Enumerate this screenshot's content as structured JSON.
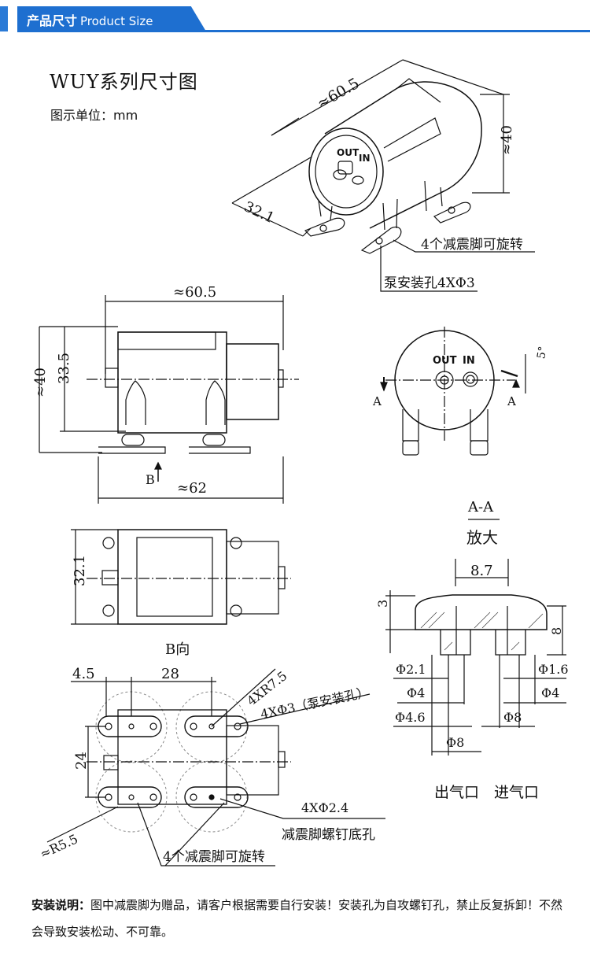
{
  "header": {
    "cn": "产品尺寸",
    "en": "Product Size",
    "accent_color": "#1e6fd0"
  },
  "title": "WUY系列尺寸图",
  "unit_label": "图示单位：mm",
  "iso_view": {
    "dim_length": "≈60.5",
    "dim_height": "≈40",
    "dim_width": "32.1",
    "port_out": "OUT",
    "port_in": "IN",
    "callout_feet": "4个减震脚可旋转",
    "callout_holes": "泵安装孔4XΦ3"
  },
  "side_view": {
    "dim_top": "≈60.5",
    "dim_height": "≈40",
    "dim_inner": "33.5",
    "dim_bottom": "≈62",
    "label_b": "B"
  },
  "front_view": {
    "port_out": "OUT",
    "port_in": "IN",
    "angle": "5°",
    "section_a_left": "A",
    "section_a_right": "A"
  },
  "top_view": {
    "dim_width": "32.1",
    "label": "B向"
  },
  "section": {
    "title": "A-A",
    "subtitle": "放大",
    "dim_top": "8.7",
    "dim_3": "3",
    "dim_8": "8",
    "d21": "Φ2.1",
    "d16": "Φ1.6",
    "d4_left": "Φ4",
    "d4_right": "Φ4",
    "d46": "Φ4.6",
    "d8_right": "Φ8",
    "d8_bottom": "Φ8",
    "outlet": "出气口",
    "inlet": "进气口"
  },
  "bottom_view": {
    "dim_45": "4.5",
    "dim_28": "28",
    "dim_24": "24",
    "r75": "4XR7.5",
    "holes": "4XΦ3（泵安装孔）",
    "r55": "≈R5.5",
    "screw_count": "4XΦ2.4",
    "screw_label": "减震脚螺钉底孔",
    "feet": "4个减震脚可旋转"
  },
  "note": {
    "label": "安装说明：",
    "text": "图中减震脚为赠品，请客户根据需要自行安装！安装孔为自攻螺钉孔，禁止反复拆卸！不然会导致安装松动、不可靠。"
  }
}
